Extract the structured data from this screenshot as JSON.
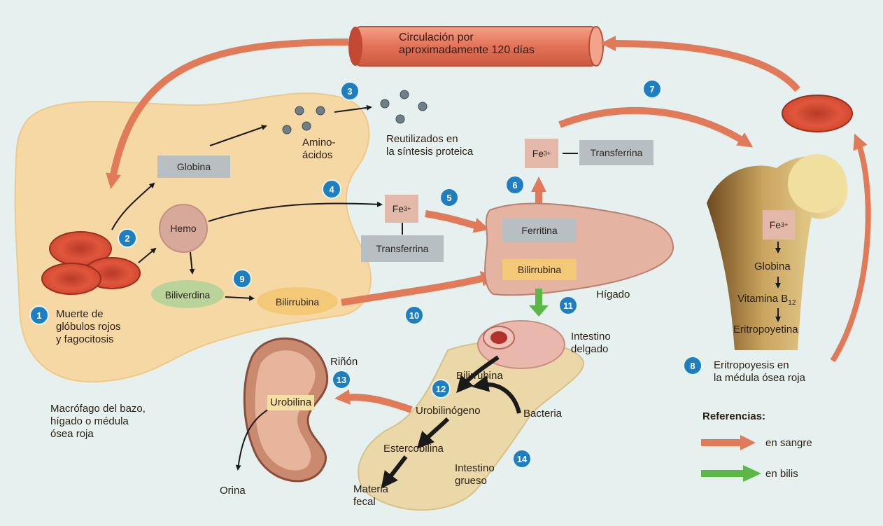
{
  "colors": {
    "blood_arrow": "#e07a58",
    "bile_arrow": "#5cb846",
    "macrophage": "#f6d8a4",
    "step_badge": "#1d7fc1",
    "label_gray": "#b7bfc2",
    "label_pink": "#e3b8a8",
    "bilirubin_orange": "#f3c978",
    "biliverdin_green": "#b9d39a"
  },
  "circulation": {
    "text": "Circulación por\naproximadamente 120 días"
  },
  "steps": [
    "1",
    "2",
    "3",
    "4",
    "5",
    "6",
    "7",
    "8",
    "9",
    "10",
    "11",
    "12",
    "13",
    "14"
  ],
  "labels": {
    "globina": "Globina",
    "hemo": "Hemo",
    "biliverdina": "Biliverdina",
    "bilirrubina_macro": "Bilirrubina",
    "aminoacidos": "Amino-\nácidos",
    "reutilizados": "Reutilizados en\nla síntesis proteica",
    "fe_mid": "Fe",
    "transferrina_mid": "Transferrina",
    "fe_top": "Fe",
    "transferrina_top": "Transferrina",
    "fe_charge": "3+",
    "ferritina": "Ferritina",
    "bilirrubina_liver": "Bilirrubina",
    "higado": "Hígado",
    "intestino_delgado": "Intestino\ndelgado",
    "bilirrubina_int": "Bilirrubina",
    "urobilinogeno": "Urobilinógeno",
    "bacteria": "Bacteria",
    "estercobilina": "Estercobilina",
    "materia_fecal": "Materia\nfecal",
    "intestino_grueso": "Intestino\ngrueso",
    "urobilina": "Urobilina",
    "rinon": "Riñón",
    "orina": "Orina",
    "muerte": "Muerte de\nglóbulos rojos\ny fagocitosis",
    "macrofago": "Macrófago del bazo,\nhígado o médula\nósea roja",
    "fe_bone": "Fe",
    "globina_bone": "Globina",
    "vitamina_b12_text": "Vitamina B",
    "vitamina_b12_sub": "12",
    "eritropoyetina": "Eritropoyetina",
    "eritropoyesis": "Eritropoyesis en\nla médula ósea roja"
  },
  "legend": {
    "title": "Referencias:",
    "blood": "en sangre",
    "bile": "en bilis"
  }
}
